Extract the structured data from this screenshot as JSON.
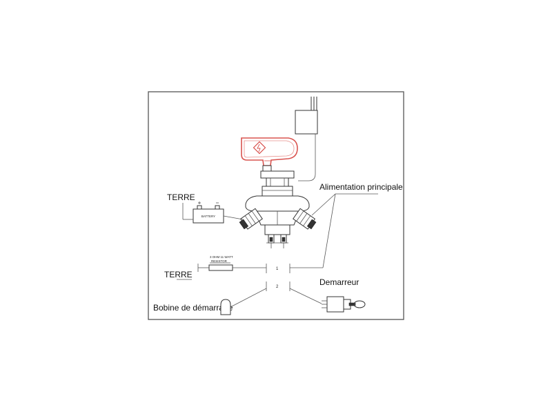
{
  "labels": {
    "terre_top": "TERRE",
    "alimentation": "Alimentation principale",
    "battery": "BATTERY",
    "resistor_spec": "3 OHM 11 WATT",
    "resistor": "RESISTOR",
    "terre_bottom": "TERRE",
    "terminal_1": "1",
    "terminal_2": "2",
    "demarreur": "Demarreur",
    "bobine": "Bobine de démarrage"
  },
  "colors": {
    "frame": "#555555",
    "key_handle": "#d9534f",
    "lines": "#444444"
  }
}
